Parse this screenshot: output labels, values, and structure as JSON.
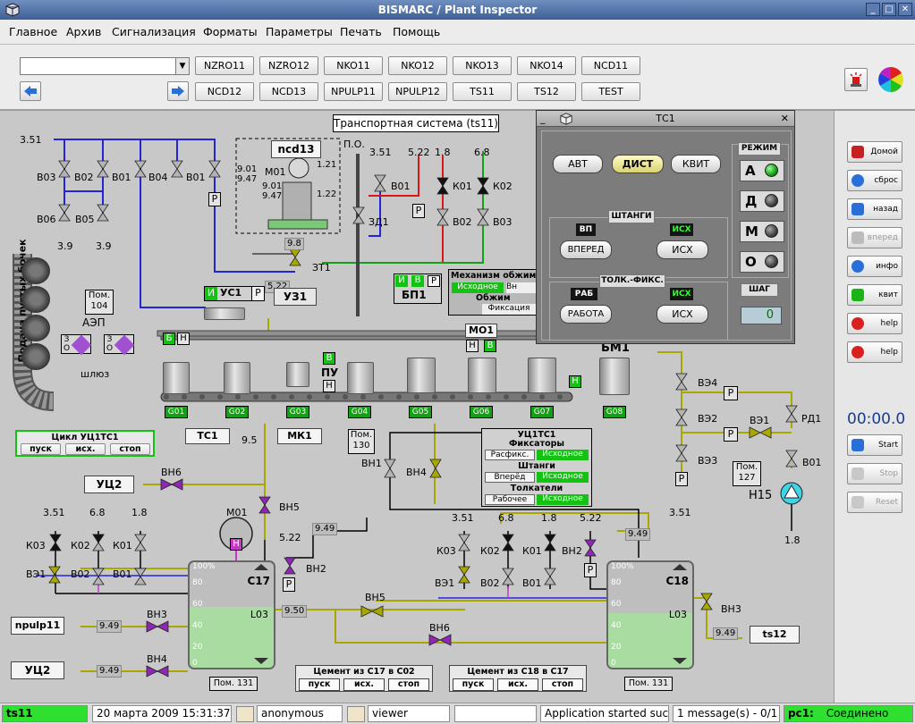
{
  "window": {
    "title": "BISMARC / Plant Inspector"
  },
  "menu": [
    "Главное",
    "Архив",
    "Сигнализация",
    "Форматы",
    "Параметры",
    "Печать",
    "Помощь"
  ],
  "toolbar": {
    "row1": [
      "NZRO11",
      "NZRO12",
      "NKO11",
      "NKO12",
      "NKO13",
      "NKO14",
      "NCD11"
    ],
    "row2": [
      "NCD12",
      "NCD13",
      "NPULP11",
      "NPULP12",
      "TS11",
      "TS12",
      "TEST"
    ]
  },
  "diagram": {
    "tooltip": "Транспортная система (ts11)",
    "ncd13": "ncd13",
    "po": "П.О.",
    "valves": [
      "В03",
      "В02",
      "В01",
      "В04",
      "В01",
      "В06",
      "В05",
      "В01",
      "К01",
      "К02",
      "В02",
      "В03",
      "ЗД1",
      "ЗТ1"
    ],
    "vals": [
      "3.51",
      "3.9",
      "3.9",
      "9.01",
      "9.47",
      "9.01",
      "9.47",
      "1.21",
      "1.22",
      "3.51",
      "5.22",
      "1.8",
      "6.8",
      "9.8",
      "5.22"
    ],
    "m01": "М01",
    "ys1": "УС1",
    "ys1_i": "И",
    "ys1_p": "Р",
    "yz1": "УЗ1",
    "bp1": "БП1",
    "bp1_i": "И",
    "bp1_v": "В",
    "bp1_r": "Р",
    "pom104": "Пом. 104",
    "aep": "АЭП",
    "vertical_label": "Подача пустых бочек",
    "shlyuz": "шлюз",
    "mech": {
      "title": "Механизм обжима",
      "iskh": "Исходное",
      "vn": "Вн",
      "obzhim": "Обжим",
      "fiks": "Фиксация"
    },
    "mo1": "МО1",
    "py": "ПУ",
    "g_tags": [
      "G01",
      "G02",
      "G03",
      "G04",
      "G05",
      "G06",
      "G07",
      "G08"
    ],
    "bm1": "БМ1",
    "tc1_label": "ТС1",
    "mk1": "МК1",
    "pom130": "Пом. 130",
    "cycle": {
      "title": "Цикл УЦ1ТС1",
      "buttons": [
        "пуск",
        "исх.",
        "стоп"
      ]
    },
    "yts1": {
      "title": "УЦ1ТС1",
      "fiks": "Фиксаторы",
      "rasfiks": "Расфикс.",
      "iskh": "Исходное",
      "shtangi": "Штанги",
      "vpered": "Вперёд",
      "tolk": "Толкатели",
      "rabochee": "Рабочее"
    },
    "labels_lower": [
      "ВН6",
      "УЦ2",
      "ВН5",
      "М01",
      "ВН2",
      "ВН3",
      "ВН4",
      "ВН1",
      "ВЭ1",
      "К03",
      "К02",
      "К01",
      "В02",
      "В01",
      "ВН2",
      "ВЭ4",
      "ВЭ2",
      "ВЭ3",
      "ВЭ1",
      "РД1",
      "В01",
      "Н15"
    ],
    "nums_lower": [
      "9.5",
      "3.51",
      "6.8",
      "1.8",
      "5.22",
      "9.49",
      "9.49",
      "9.50",
      "9.49",
      "9.49",
      "9.49",
      "3.51",
      "6.8",
      "1.8",
      "5.22",
      "3.51",
      "1.8"
    ],
    "c17": "С17",
    "c18": "С18",
    "l03": "L03",
    "pct": [
      "100%",
      "80",
      "60",
      "40",
      "20",
      "0"
    ],
    "npulp11": "npulp11",
    "yts2": "УЦ2",
    "ts12": "ts12",
    "pom131": "Пом. 131",
    "pom127": "Пом. 127",
    "cement17": {
      "title": "Цемент из С17 в С02",
      "buttons": [
        "пуск",
        "исх.",
        "стоп"
      ]
    },
    "cement18": {
      "title": "Цемент из С18 в С17",
      "buttons": [
        "пуск",
        "исх.",
        "стоп"
      ]
    },
    "levels": {
      "c17": 0.58,
      "c18": 0.52
    }
  },
  "tc1": {
    "title": "ТС1",
    "avt": "АВТ",
    "dist": "ДИСТ",
    "kvit": "КВИТ",
    "rezhim": "РЕЖИМ",
    "modes": [
      "А",
      "Д",
      "М",
      "О"
    ],
    "shtangi": "ШТАНГИ",
    "vp": "ВП",
    "isx": "ИСХ",
    "vpered": "ВПЕРЕД",
    "isx_btn": "ИСХ",
    "tolk": "ТОЛК.-ФИКС.",
    "rab": "РАБ",
    "rabota": "РАБОТА",
    "shag": "ШАГ",
    "step": "0"
  },
  "rightpanel": {
    "buttons": [
      "Домой",
      "сброс",
      "назад",
      "вперед",
      "инфо",
      "квит",
      "help",
      "help"
    ],
    "timer": "00:00.0",
    "start": "Start",
    "stop": "Stop",
    "reset": "Reset"
  },
  "status": {
    "screen": "ts11",
    "datetime": "20 марта 2009 15:31:37",
    "user": "anonymous",
    "role": "viewer",
    "msg": "Application started suc",
    "messages": "1 message(s) - 0/1",
    "host": "pc1:",
    "conn": "Соединено"
  },
  "colors": {
    "green": "#14c214",
    "blue": "#2323d8",
    "olive": "#a8a800",
    "purple": "#8c28b4"
  }
}
